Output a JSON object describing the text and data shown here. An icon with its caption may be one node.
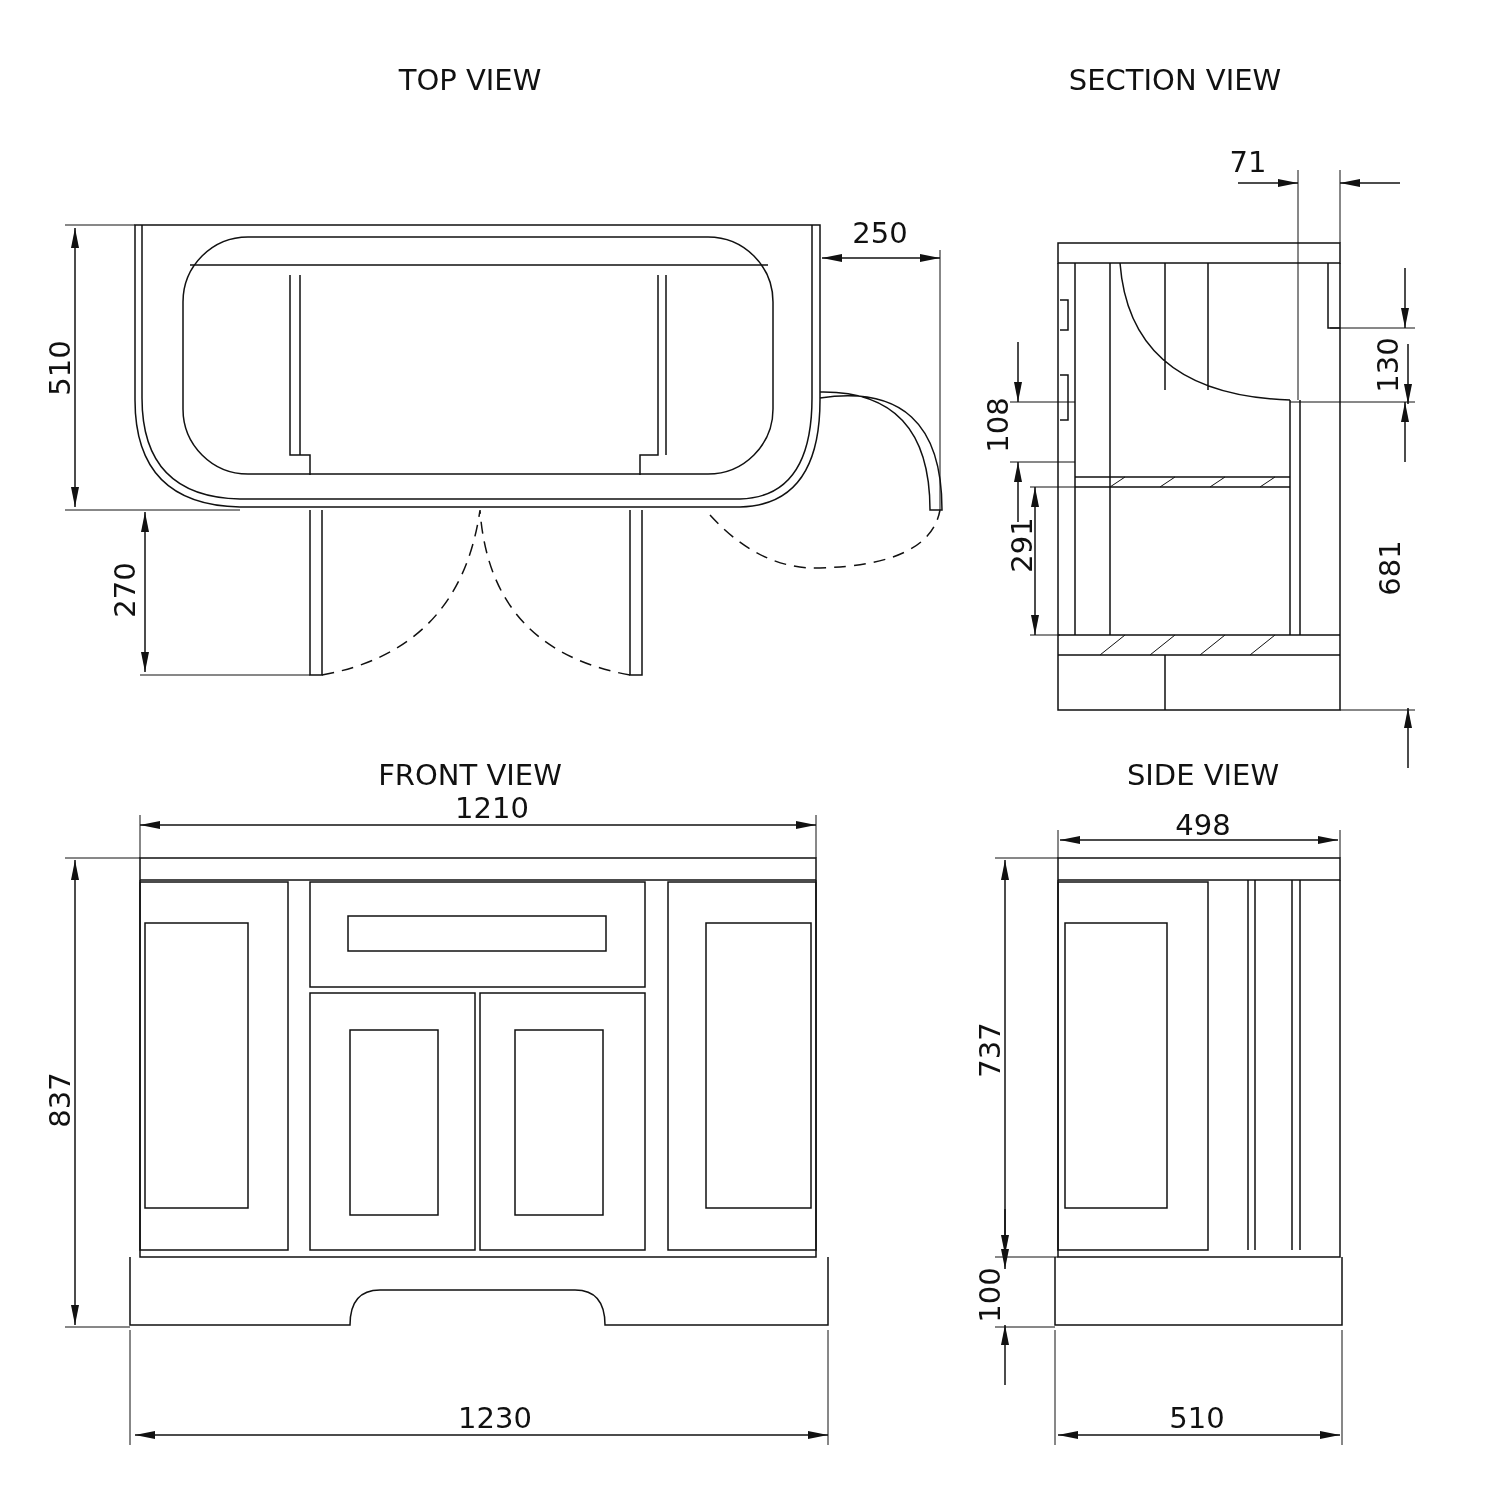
{
  "diagram": {
    "labels": [
      "TOP VIEW",
      "SECTION VIEW",
      "71",
      "250",
      "510",
      "130",
      "108",
      "291",
      "681",
      "270",
      "FRONT VIEW",
      "SIDE VIEW",
      "1210",
      "498",
      "837",
      "737",
      "100",
      "1230",
      "510"
    ]
  }
}
